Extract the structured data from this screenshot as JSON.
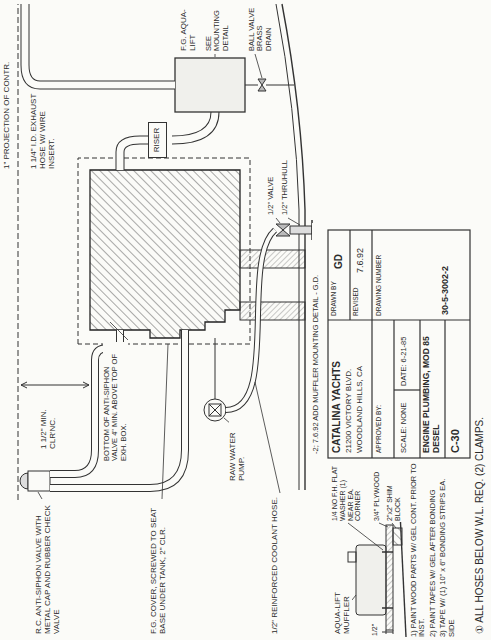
{
  "diagram": {
    "title": "ENGINE PLUMBING, MOD 85 DESEL",
    "nodes": [
      {
        "text": [
          "RISER"
        ]
      }
    ],
    "labels": [
      "1\" PROJECTION OF CONTR.",
      "1 1/4\" I.D. EXHAUST HOSE W/ WIRE INSERT.",
      "F.G. AQUA-LIFT",
      "SEE MOUNTING DETAIL",
      "BALL VALVE BRASS DRAIN",
      "1/2\" VALVE",
      "1/2\" THRUHULL",
      "R.C. ANTI-SIPHON VALVE WITH METAL CAP AND RUBBER CHECK VALVE",
      "1 1/2\" MIN. CLR'NC.",
      "BOTTOM OF ANTI-SIPHON VALVE 4\" MIN. ABOVE TOP OF EXH. BOX.",
      "F.G. COVER, SCREWED TO SEAT BASE UNDER TANK, 2\" CLR.",
      "RAW WATER PUMP.",
      "1/2\" REINFORCED COOLANT HOSE.",
      "AQUA-LIFT MUFFLER",
      "1/4 NO F.H. FLAT WASHER (1) NEAR EA. CORNER",
      "3/4\" PLYWOOD",
      "2\"x2\" SHIM BLOCK",
      "1/2\"",
      "1) PAINT WOOD PARTS W/ GEL CONT. PRIOR TO INST.",
      "2) PAINT TAPES W/ GEL AFTER BONDING",
      "3) TAPE W/ (1) 10\" x 6\" BONDING STRIPS EA. SIDE",
      "① ALL HOSES BELOW W.L. REQ. (2) CLAMPS.",
      "-2; 7.6.92 ADD MUFFLER MOUNTING DETAIL - G.D.",
      "CATALINA YACHTS",
      "21200 VICTORY BLVD.",
      "WOODLAND HILLS, CA",
      "APPROVED BY:",
      "DRAWN BY",
      "GD",
      "REVISED",
      "7.6.92",
      "SCALE: NONE",
      "DATE: 6-21-85",
      "C-30",
      "DRAWING NUMBER",
      "30-5-3002-2"
    ]
  }
}
